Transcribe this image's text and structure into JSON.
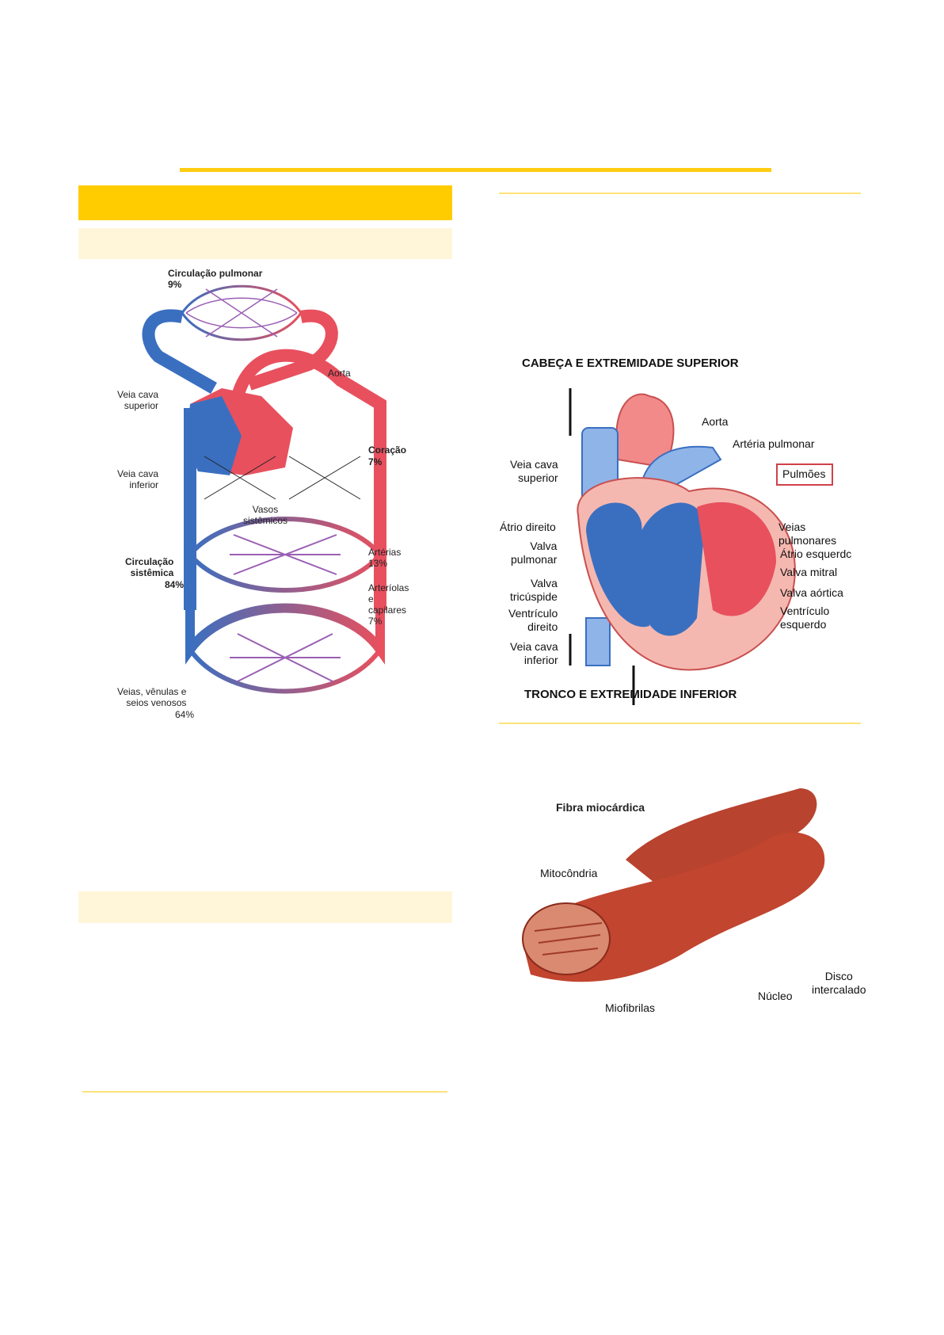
{
  "colors": {
    "accent": "#ffcc00",
    "accent_light": "#fff6da",
    "venous_blue": "#3a6fc0",
    "arterial_red": "#e8505e"
  },
  "figure1": {
    "title": "Circulação pulmonar",
    "title_pct": "9%",
    "aorta": "Aorta",
    "vcs": "Veia cava\nsuperior",
    "vci": "Veia cava\ninferior",
    "coracao": "Coração",
    "coracao_pct": "7%",
    "vasos": "Vasos\nsistêmicos",
    "arterias": "Artérias\n13%",
    "circ_sist": "Circulação\nsistêmica",
    "circ_sist_pct": "84%",
    "arteriolas": "Arteríolas\ne\ncapilares\n7%",
    "veias": "Veias, vênulas e\nseios venosos",
    "veias_pct": "64%"
  },
  "figure2": {
    "top": "CABEÇA E EXTREMIDADE SUPERIOR",
    "aorta": "Aorta",
    "arteria_pulm": "Artéria pulmonar",
    "vcs": "Veia cava\nsuperior",
    "pulmoes": "Pulmões",
    "atrio_dir": "Átrio direito",
    "veias_pulm": "Veias\npulmonares",
    "atrio_esq": "Átrio esquerdc",
    "valva_pulm": "Valva\npulmonar",
    "valva_mitral": "Valva mitral",
    "valva_tric": "Valva\ntricúspide",
    "valva_aort": "Valva aórtica",
    "vent_dir": "Ventrículo\ndireito",
    "vent_esq": "Ventrículo\nesquerdo",
    "vci": "Veia cava\ninferior",
    "bottom": "TRONCO E EXTREMIDADE INFERIOR"
  },
  "figure3": {
    "title": "Fibra miocárdica",
    "mitocondria": "Mitocôndria",
    "miofibrilas": "Miofibrilas",
    "nucleo": "Núcleo",
    "disco": "Disco\nintercalado"
  }
}
